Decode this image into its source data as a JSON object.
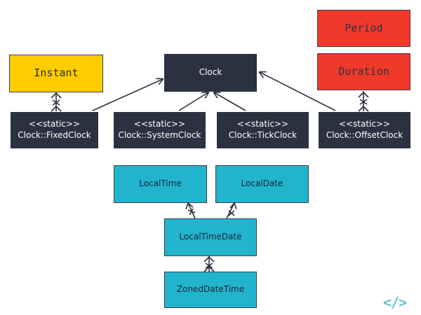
{
  "nodes": {
    "instant": "Instant",
    "clock": "Clock",
    "period": "Period",
    "duration": "Duration",
    "fixed_clock": {
      "stereotype": "<<static>>",
      "name": "Clock::FixedClock"
    },
    "system_clock": {
      "stereotype": "<<static>>",
      "name": "Clock::SystemClock"
    },
    "tick_clock": {
      "stereotype": "<<static>>",
      "name": "Clock::TickClock"
    },
    "offset_clock": {
      "stereotype": "<<static>>",
      "name": "Clock::OffsetClock"
    },
    "local_time": "LocalTime",
    "local_date": "LocalDate",
    "local_time_date": "LocalTimeDate",
    "zoned_date_time": "ZonedDateTime"
  },
  "colors": {
    "dark": "#2b3140",
    "yellow": "#ffcc00",
    "red": "#f0392b",
    "teal": "#22b4cd",
    "line": "#3a3f4a",
    "logo": "#5fc3dc"
  },
  "logo_text": "</>"
}
